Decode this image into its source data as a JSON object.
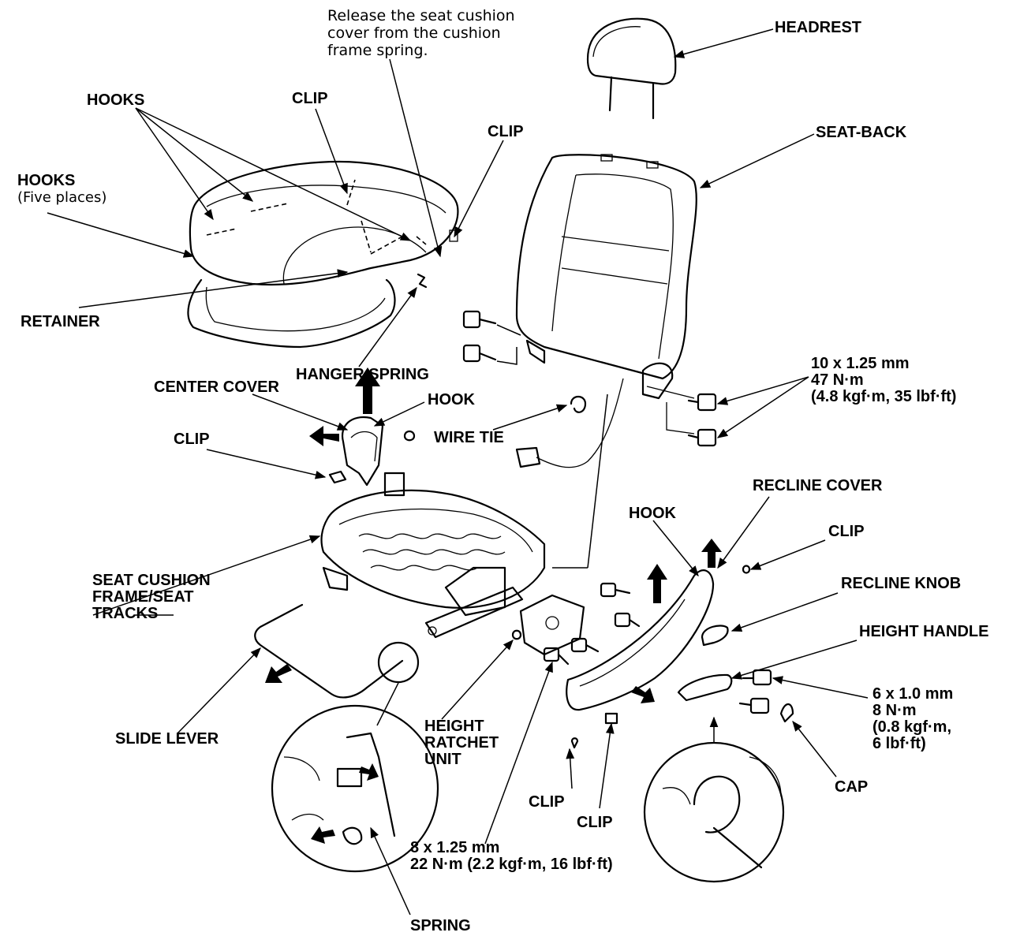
{
  "note": {
    "line1": "Release the seat cushion",
    "line2": "cover from the cushion",
    "line3": "frame spring."
  },
  "labels": {
    "headrest": "HEADREST",
    "seat_back": "SEAT-BACK",
    "hooks_top": "HOOKS",
    "hooks_left": "HOOKS",
    "hooks_left_sub": "(Five places)",
    "clip_top_center": "CLIP",
    "clip_top_right": "CLIP",
    "retainer": "RETAINER",
    "hanger_spring": "HANGER SPRING",
    "center_cover": "CENTER COVER",
    "hook_center": "HOOK",
    "clip_left": "CLIP",
    "wire_tie": "WIRE TIE",
    "recline_cover": "RECLINE COVER",
    "hook_right": "HOOK",
    "clip_right": "CLIP",
    "recline_knob": "RECLINE KNOB",
    "height_handle": "HEIGHT HANDLE",
    "seat_cushion_frame_1": "SEAT CUSHION",
    "seat_cushion_frame_2": "FRAME/SEAT",
    "seat_cushion_frame_3": "TRACKS",
    "slide_lever": "SLIDE LEVER",
    "height_ratchet_1": "HEIGHT",
    "height_ratchet_2": "RATCHET",
    "height_ratchet_3": "UNIT",
    "clip_bottom_1": "CLIP",
    "clip_bottom_2": "CLIP",
    "cap": "CAP",
    "spring": "SPRING"
  },
  "torque": {
    "seatback_bolt_1": "10 x 1.25 mm",
    "seatback_bolt_2": "47 N·m",
    "seatback_bolt_3": "(4.8 kgf·m, 35 lbf·ft)",
    "handle_bolt_1": "6 x 1.0 mm",
    "handle_bolt_2": "8 N·m",
    "handle_bolt_3": "(0.8 kgf·m,",
    "handle_bolt_4": "6 lbf·ft)",
    "ratchet_bolt_1": "8 x 1.25 mm",
    "ratchet_bolt_2": "22 N·m (2.2 kgf·m, 16 lbf·ft)"
  }
}
